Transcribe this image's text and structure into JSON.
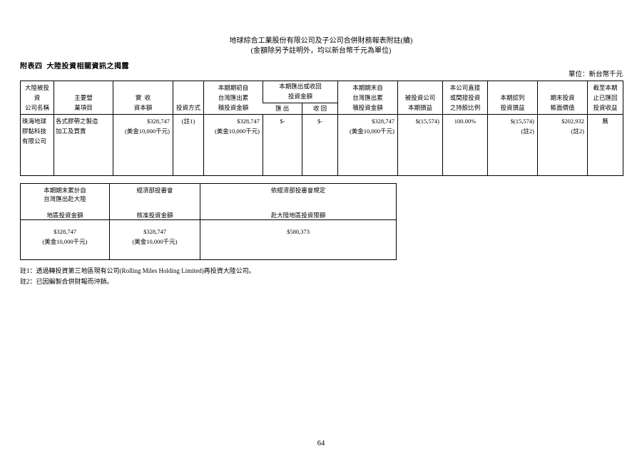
{
  "page": {
    "title": "地球綜合工業股份有限公司及子公司合併財務報表附註(續)",
    "subtitle": "(金額除另予註明外，均以新台幣千元為單位)",
    "section_title": "附表四  大陸投資相關資訊之揭露",
    "unit_note": "單位：新台幣千元",
    "page_number": "64"
  },
  "main_table": {
    "headers": {
      "company_name": "大陸被投資\n公司名稱",
      "main_business": "主要營\n業項目",
      "paid_in_capital": "實  收\n資本額",
      "investment_method": "投資方式",
      "beginning_accumulated": "本期期初自\n台灣匯出累\n積投資金額",
      "remit_group": "本期匯出或收回\n投資金額",
      "remit_out": "匯 出",
      "remit_back": "收 回",
      "ending_accumulated": "本期期末自\n台灣匯出累\n積投資金額",
      "investee_profit": "被投資公司\n本期損益",
      "ownership_ratio": "本公司直接\n或間接投資\n之持股比例",
      "recognized_gain": "本期認列\n投資損益",
      "ending_book_value": "期末投資\n帳面價值",
      "remitted_income": "截至本期\n止已匯回\n投資收益"
    },
    "row": {
      "company_name": "珠海地球\n膠黏科技\n有限公司",
      "main_business": "各式膠帶之製造\n加工及買賣",
      "paid_in_capital": "$328,747\n(美金10,000千元)",
      "investment_method": "(註1)",
      "beginning_accumulated": "$328,747\n(美金10,000千元)",
      "remit_out": "$-",
      "remit_back": "$-",
      "ending_accumulated": "$328,747\n(美金10,000千元)",
      "investee_profit": "$(15,574)",
      "ownership_ratio": "100.00%",
      "recognized_gain": "$(15,574)\n(註2)",
      "ending_book_value": "$202,932\n(註2)",
      "remitted_income": "無"
    }
  },
  "limit_table": {
    "headers": {
      "accumulated_remitted": "本期期末累計自\n台灣匯出赴大陸\n\n地區投資金額",
      "approved_amount": "經濟部投審會\n\n\n核准投資金額",
      "investment_limit": "依經濟部投審會規定\n\n\n赴大陸地區投資限額"
    },
    "row": {
      "accumulated_remitted": "$328,747\n(美金10,000千元)",
      "approved_amount": "$328,747\n(美金10,000千元)",
      "investment_limit": "$580,373"
    }
  },
  "notes": [
    "註1：透過轉投資第三地區現有公司(Rolling Miles Holding Limited)再投資大陸公司。",
    "註2：已因編製合併財報而沖銷。"
  ]
}
